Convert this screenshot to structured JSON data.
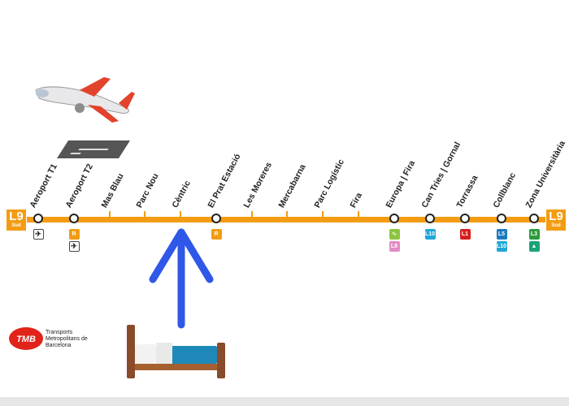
{
  "line": {
    "code": "L9",
    "sub": "Sud",
    "color": "#f39c12"
  },
  "stations": [
    {
      "name": "Aeroport T1",
      "stop": true,
      "services": [
        "airport"
      ]
    },
    {
      "name": "Aeroport T2",
      "stop": true,
      "services": [
        "R",
        "airport"
      ]
    },
    {
      "name": "Mas Blau",
      "stop": false,
      "services": []
    },
    {
      "name": "Parc Nou",
      "stop": false,
      "services": []
    },
    {
      "name": "Cèntric",
      "stop": false,
      "services": []
    },
    {
      "name": "El Prat Estació",
      "stop": true,
      "services": [
        "R"
      ]
    },
    {
      "name": "Les Moreres",
      "stop": false,
      "services": []
    },
    {
      "name": "Mercabarna",
      "stop": false,
      "services": []
    },
    {
      "name": "Parc Logístic",
      "stop": false,
      "services": []
    },
    {
      "name": "Fira",
      "stop": false,
      "services": []
    },
    {
      "name": "Europa | Fira",
      "stop": true,
      "services": [
        "FGC",
        "L8"
      ]
    },
    {
      "name": "Can Tries | Gornal",
      "stop": true,
      "services": [
        "L10"
      ]
    },
    {
      "name": "Torrassa",
      "stop": true,
      "services": [
        "L1"
      ]
    },
    {
      "name": "Collblanc",
      "stop": true,
      "services": [
        "L5",
        "L10"
      ]
    },
    {
      "name": "Zona Universitària",
      "stop": true,
      "services": [
        "L3",
        "tram"
      ]
    }
  ],
  "service_colors": {
    "R": "#f39c12",
    "L1": "#d81e1e",
    "L3": "#2e9a3e",
    "L5": "#1a7abf",
    "L8": "#e38cc4",
    "L10": "#20a7d8",
    "FGC": "#8cc63f",
    "tram": "#1aa37a"
  },
  "icons": [
    "airplane-emoji",
    "runway-graphic",
    "up-arrow",
    "bed-emoji"
  ],
  "arrow_color": "#2f57e8",
  "logo": {
    "mark": "TMB",
    "text": "Transports Metropolitans de Barcelona"
  }
}
